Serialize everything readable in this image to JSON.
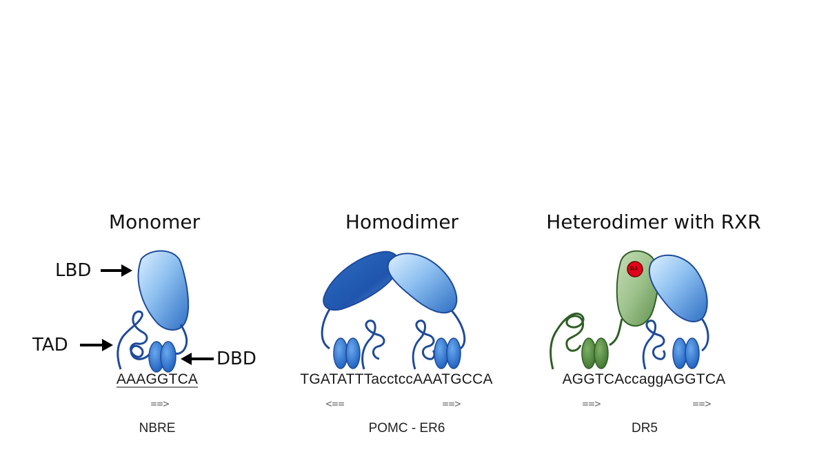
{
  "panels": [
    {
      "title": "Monomer",
      "sequence": "AAAGGTCA",
      "arrows": [
        "==>"
      ],
      "element": "NBRE"
    },
    {
      "title": "Homodimer",
      "sequence": "TGATATTTacctccAAATGCCA",
      "arrows": [
        "<==",
        "==>"
      ],
      "element": "POMC - ER6"
    },
    {
      "title": "Heterodimer with RXR",
      "sequence": "AGGTCAccaggAGGTCA",
      "arrows": [
        "==>",
        "==>"
      ],
      "element": "DR5"
    }
  ],
  "domain_labels": {
    "lbd": "LBD",
    "tad": "TAD",
    "dbd": "DBD"
  },
  "ligand_label": "RA",
  "colors": {
    "receptor_blue": "#2f6fc4",
    "receptor_light": "#8cbff0",
    "outline_blue": "#1f4a9a",
    "rxr_green": "#4f8a3e",
    "rxr_light": "#a9c99a",
    "outline_green": "#2f5e26",
    "ligand_red": "#e3001b"
  },
  "icons": [
    "arrow-right-icon",
    "arrow-left-icon"
  ]
}
